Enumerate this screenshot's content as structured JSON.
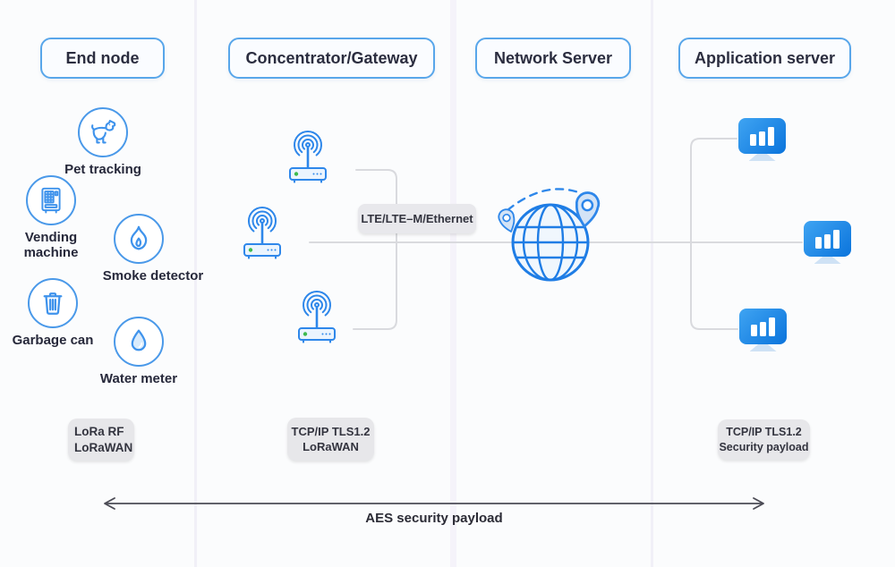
{
  "headers": [
    {
      "id": "end-node",
      "label": "End node"
    },
    {
      "id": "concentrator-gateway",
      "label": "Concentrator/Gateway"
    },
    {
      "id": "network-server",
      "label": "Network Server"
    },
    {
      "id": "application-server",
      "label": "Application server"
    }
  ],
  "devices": [
    {
      "id": "pet-tracking",
      "label": "Pet tracking",
      "icon": "dog-icon"
    },
    {
      "id": "vending-machine",
      "label": "Vending machine",
      "icon": "vending-machine-icon"
    },
    {
      "id": "smoke-detector",
      "label": "Smoke detector",
      "icon": "flame-icon"
    },
    {
      "id": "garbage-can",
      "label": "Garbage can",
      "icon": "trash-icon"
    },
    {
      "id": "water-meter",
      "label": "Water meter",
      "icon": "water-drop-icon"
    }
  ],
  "connection_labels": {
    "gateway_to_network": "LTE/LTE–M/Ethernet"
  },
  "protocol_badges": [
    {
      "id": "end-node-protocols",
      "lines": [
        "LoRa RF",
        "LoRaWAN"
      ]
    },
    {
      "id": "gateway-protocols",
      "lines": [
        "TCP/IP TLS1.2",
        "LoRaWAN"
      ]
    },
    {
      "id": "app-server-protocols",
      "lines": [
        "TCP/IP TLS1.2",
        "Security payload"
      ]
    }
  ],
  "footer_arrow": {
    "label": "AES security payload"
  },
  "icons": {
    "gateway": "wifi-router-icon",
    "network_server": "globe-location-icon",
    "application_server": "monitor-chart-icon"
  },
  "colors": {
    "accent_blue": "#2e87ea",
    "icon_blue": "#3f93ec",
    "pill_border": "#58a6ea",
    "badge_bg": "#e7e7ea",
    "connector_gray": "#d9dade",
    "arrow_dark": "#4b4b55",
    "text_dark": "#26283a",
    "monitor_blue_top": "#3fa4f2",
    "monitor_blue_bottom": "#0b74dc",
    "led_green": "#3dba4e"
  }
}
